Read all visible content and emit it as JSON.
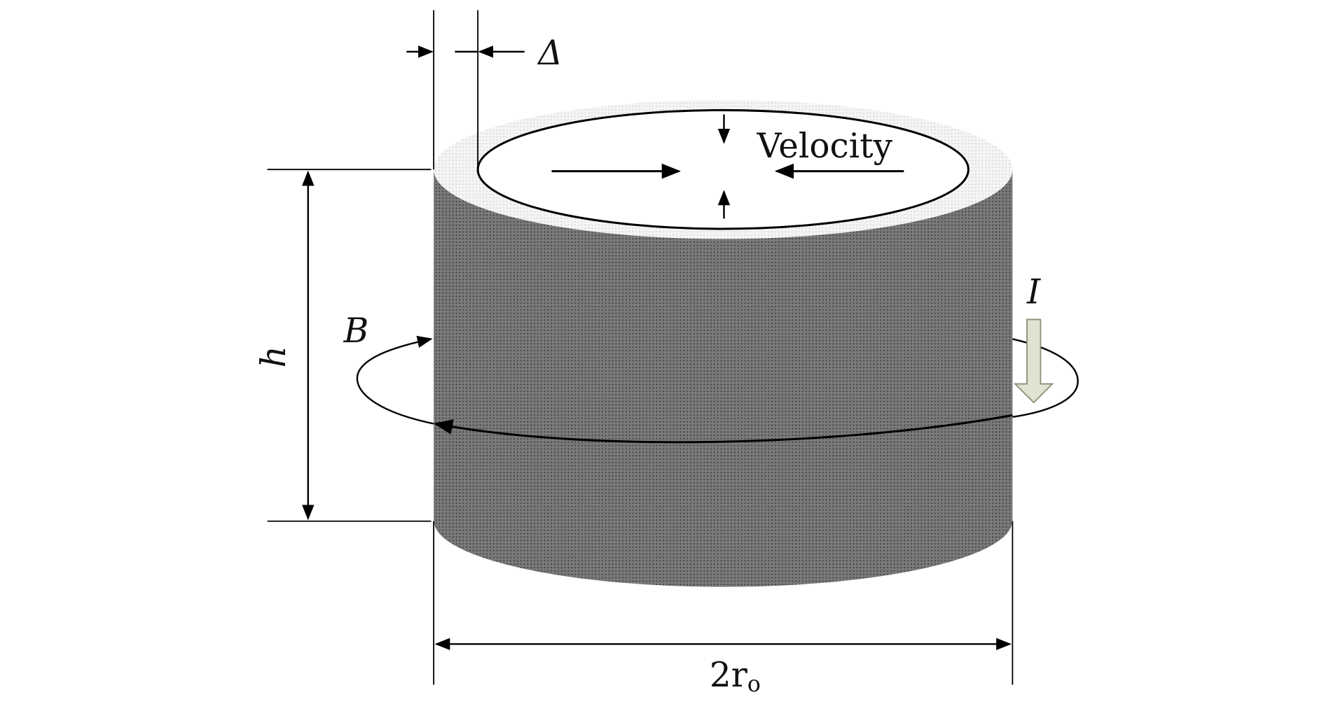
{
  "labels": {
    "delta": "Δ",
    "velocity": "Velocity",
    "current": "I",
    "field": "B",
    "height": "h",
    "diameter_main": "2r",
    "diameter_sub": "o"
  },
  "colors": {
    "body": "#6f6f6f",
    "rim": "#f1f1f1",
    "current_arrow": "#dfe3cf"
  }
}
